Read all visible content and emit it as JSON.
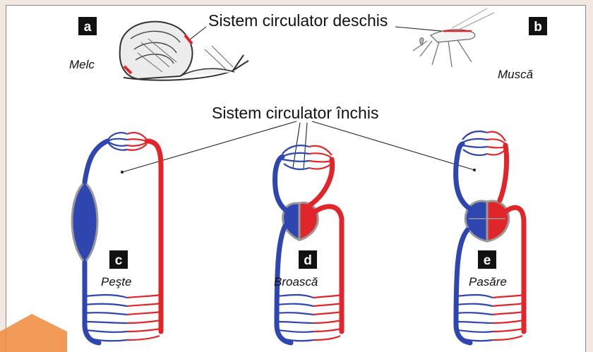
{
  "titles": {
    "open_system": "Sistem circulator deschis",
    "closed_system": "Sistem circulator închis"
  },
  "panels": {
    "a": {
      "badge": "a",
      "name": "Melc"
    },
    "b": {
      "badge": "b",
      "name": "Muscă"
    },
    "c": {
      "badge": "c",
      "name": "Peşte"
    },
    "d": {
      "badge": "d",
      "name": "Broască"
    },
    "e": {
      "badge": "e",
      "name": "Pasăre"
    }
  },
  "colors": {
    "deoxygenated_blood": "#2f45b0",
    "oxygenated_blood": "#e0262b",
    "badge": "#111111",
    "corner_accent": "#f08a3c"
  }
}
